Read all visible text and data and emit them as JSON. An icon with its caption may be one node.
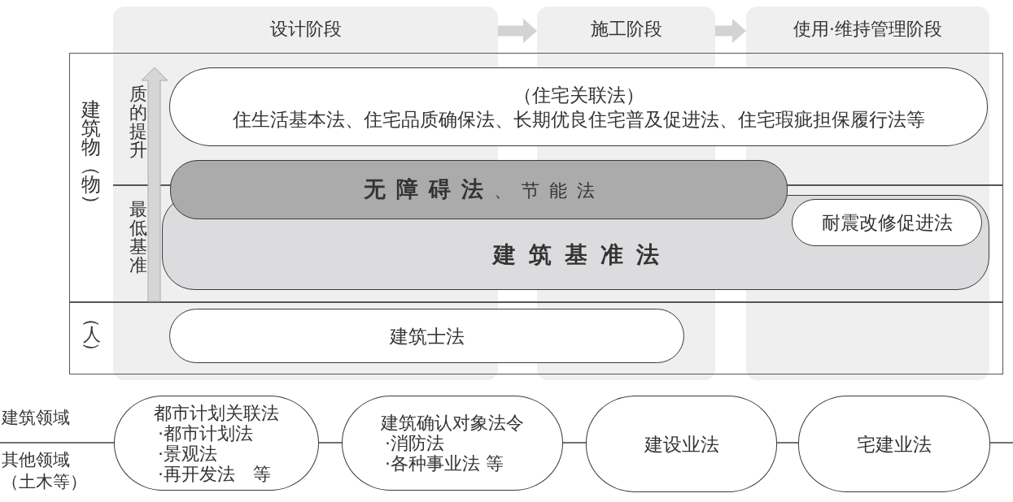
{
  "diagram": {
    "nodes": [
      {
        "text": [
          "设计阶段"
        ]
      },
      {
        "text": [
          "施工阶段"
        ]
      },
      {
        "text": [
          "使用·维持管理阶段"
        ]
      },
      {
        "text": [
          "（住宅关联法）",
          "住生活基本法、住宅品质确保法、长期优良住宅普及促进法、住宅瑕疵担保履行法等"
        ]
      },
      {
        "text": [
          "**无障碍法**、节能法"
        ]
      },
      {
        "text": [
          "建筑基准法"
        ]
      },
      {
        "text": [
          "耐震改修促进法"
        ],
        "in": 5
      },
      {
        "text": [
          "建筑士法"
        ]
      },
      {
        "text": [
          "都市计划关联法",
          "·都市计划法",
          "·景观法",
          "·再开发法　等"
        ]
      },
      {
        "text": [
          "建筑确认对象法令",
          "·消防法",
          "·各种事业法 等"
        ]
      },
      {
        "text": [
          "建设业法"
        ]
      },
      {
        "text": [
          "宅建业法"
        ]
      }
    ],
    "edges": [
      {
        "from": 0,
        "to": 1,
        "arrow": "to"
      },
      {
        "from": 1,
        "to": 2,
        "arrow": "to"
      }
    ],
    "labels": [
      "建筑物（物）",
      "质的提升",
      "最低基准",
      "（人）",
      "建筑领域",
      "其他领域（土木等）"
    ]
  }
}
